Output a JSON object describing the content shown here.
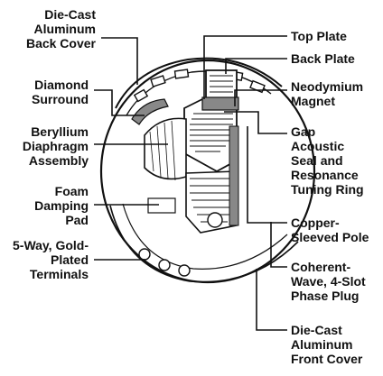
{
  "diagram": {
    "left_labels": [
      {
        "id": "back-cover",
        "lines": [
          "Die-Cast",
          "Aluminum",
          "Back Cover"
        ]
      },
      {
        "id": "diamond-surround",
        "lines": [
          "Diamond",
          "Surround"
        ]
      },
      {
        "id": "beryllium-diaphragm",
        "lines": [
          "Beryllium",
          "Diaphragm",
          "Assembly"
        ]
      },
      {
        "id": "foam-pad",
        "lines": [
          "Foam",
          "Damping",
          "Pad"
        ]
      },
      {
        "id": "terminals",
        "lines": [
          "5-Way, Gold-",
          "Plated",
          "Terminals"
        ]
      }
    ],
    "right_labels": [
      {
        "id": "top-plate",
        "lines": [
          "Top Plate"
        ]
      },
      {
        "id": "back-plate",
        "lines": [
          "Back Plate"
        ]
      },
      {
        "id": "neodymium-magnet",
        "lines": [
          "Neodymium",
          "Magnet"
        ]
      },
      {
        "id": "gap-seal",
        "lines": [
          "Gap",
          "Acoustic",
          "Seal and",
          "Resonance",
          "Tuning Ring"
        ]
      },
      {
        "id": "copper-pole",
        "lines": [
          "Copper-",
          "Sleeved Pole"
        ]
      },
      {
        "id": "phase-plug",
        "lines": [
          "Coherent-",
          "Wave, 4-Slot",
          "Phase Plug"
        ]
      },
      {
        "id": "front-cover",
        "lines": [
          "Die-Cast",
          "Aluminum",
          "Front Cover"
        ]
      }
    ]
  },
  "colors": {
    "ink": "#111111",
    "fill": "#ffffff",
    "shade": "#888888"
  }
}
